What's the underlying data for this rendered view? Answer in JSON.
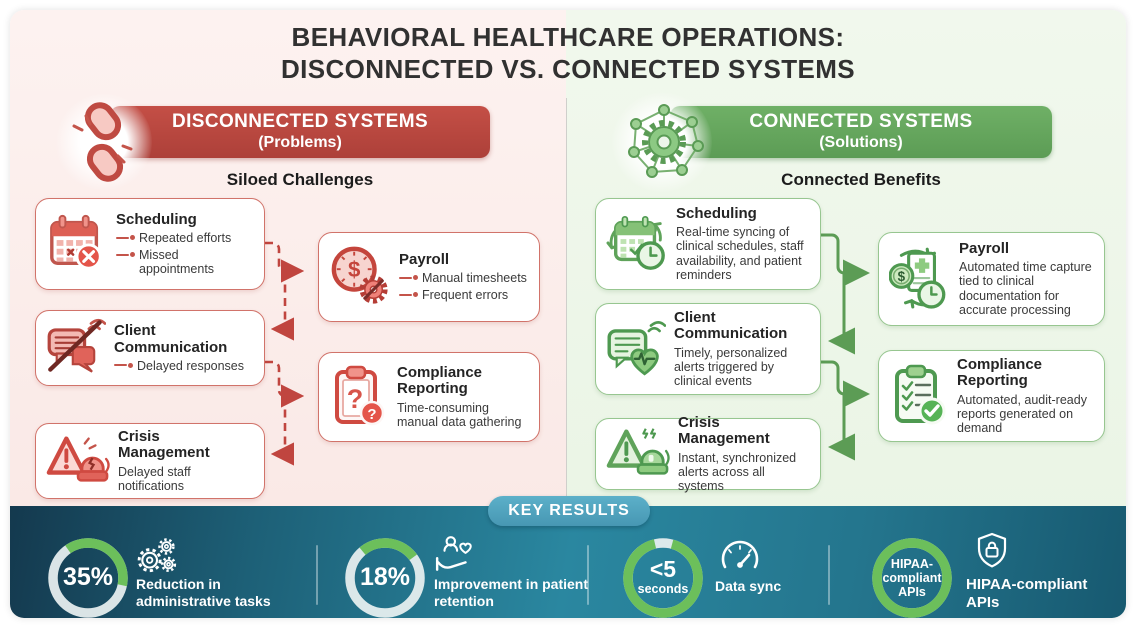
{
  "title": {
    "line1": "BEHAVIORAL HEALTHCARE OPERATIONS:",
    "line2": "DISCONNECTED VS. CONNECTED SYSTEMS"
  },
  "left": {
    "banner_title": "DISCONNECTED SYSTEMS",
    "banner_sub": "(Problems)",
    "section_label": "Siloed Challenges",
    "cards": {
      "scheduling": {
        "title": "Scheduling",
        "bullets": [
          "Repeated efforts",
          "Missed appointments"
        ]
      },
      "communication": {
        "title": "Client Communication",
        "bullets": [
          "Delayed responses"
        ]
      },
      "crisis": {
        "title": "Crisis Management",
        "desc": "Delayed staff notifications"
      },
      "payroll": {
        "title": "Payroll",
        "bullets": [
          "Manual timesheets",
          "Frequent errors"
        ]
      },
      "compliance": {
        "title": "Compliance Reporting",
        "desc": "Time-consuming manual data gathering"
      }
    }
  },
  "right": {
    "banner_title": "CONNECTED SYSTEMS",
    "banner_sub": "(Solutions)",
    "section_label": "Connected Benefits",
    "cards": {
      "scheduling": {
        "title": "Scheduling",
        "desc": "Real-time syncing of clinical schedules, staff availability, and patient reminders"
      },
      "communication": {
        "title": "Client Communication",
        "desc": "Timely, personalized alerts triggered by clinical events"
      },
      "crisis": {
        "title": "Crisis Management",
        "desc": "Instant, synchronized alerts across all systems"
      },
      "payroll": {
        "title": "Payroll",
        "desc": "Automated time capture tied to clinical documentation for accurate processing"
      },
      "compliance": {
        "title": "Compliance Reporting",
        "desc": "Automated, audit-ready reports generated on demand"
      }
    }
  },
  "key_results": {
    "label": "KEY RESULTS",
    "stats": [
      {
        "value": "35%",
        "label": "Reduction in administrative tasks",
        "icon": "gears-icon",
        "ring_pct": 38
      },
      {
        "value": "18%",
        "label": "Improvement in patient retention",
        "icon": "hand-heart-icon",
        "ring_pct": 26
      },
      {
        "value": "<5",
        "value_sub": "seconds",
        "label": "Data sync",
        "icon": "gauge-icon",
        "ring_pct": 92
      },
      {
        "value": "HIPAA-compliant APIs",
        "label": "HIPAA-compliant APIs",
        "icon": "shield-lock-icon",
        "ring_pct": 100
      }
    ]
  },
  "colors": {
    "problem_red": "#b8453e",
    "solution_green": "#5f9e58",
    "band_teal": "#27809a",
    "ring_green": "#6cbf5b"
  }
}
